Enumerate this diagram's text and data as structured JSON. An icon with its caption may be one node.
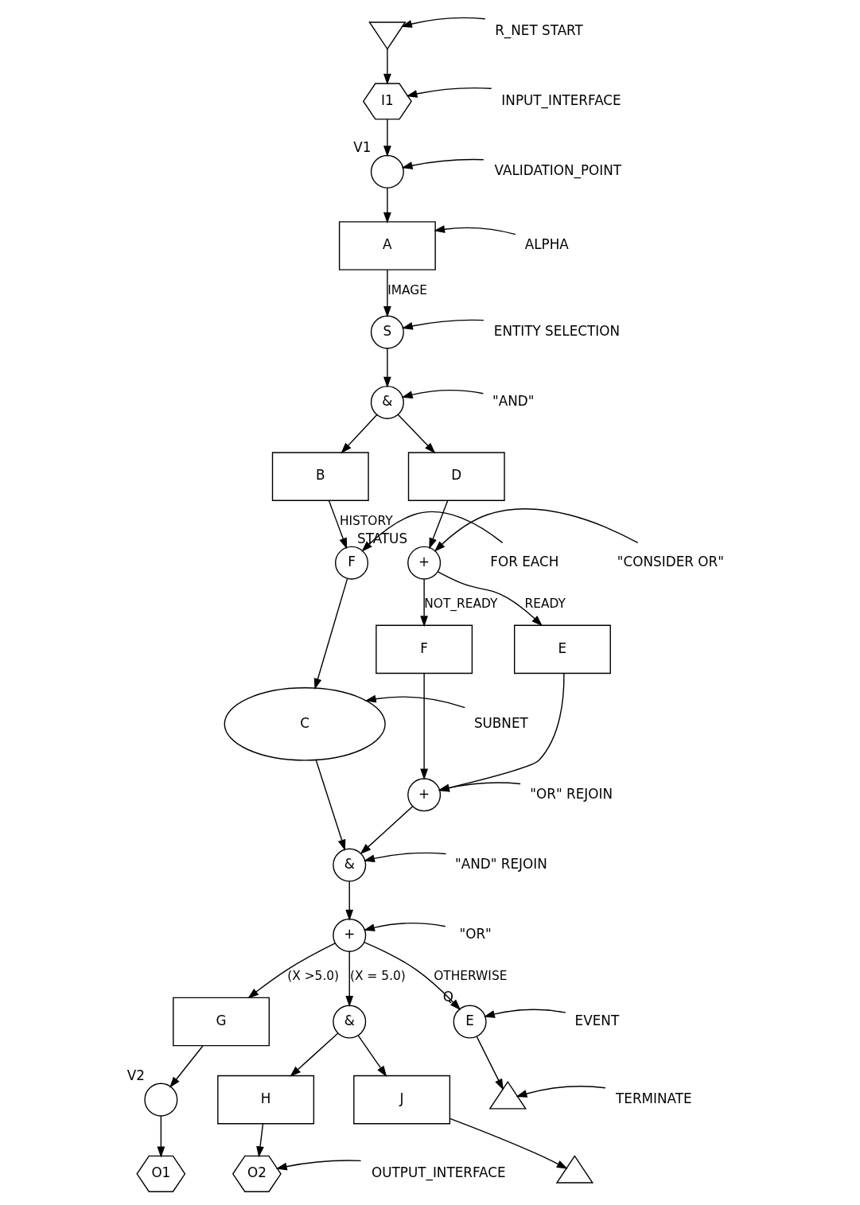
{
  "diagram": {
    "nodes": [
      {
        "text": [],
        "shape": "triangle"
      },
      {
        "text": [
          "R_NET START"
        ]
      },
      {
        "text": [
          "I1"
        ]
      },
      {
        "text": [
          "INPUT_INTERFACE"
        ]
      },
      {
        "text": [],
        "shape": "circle",
        "beside": [
          "V1"
        ]
      },
      {
        "text": [
          "VALIDATION_POINT"
        ]
      },
      {
        "text": [
          "A"
        ]
      },
      {
        "text": [
          "ALPHA"
        ]
      },
      {
        "text": [
          "S"
        ]
      },
      {
        "text": [
          "ENTITY SELECTION"
        ]
      },
      {
        "text": [
          "&"
        ]
      },
      {
        "text": [
          "\"AND\""
        ]
      },
      {
        "text": [
          "B"
        ]
      },
      {
        "text": [
          "D"
        ]
      },
      {
        "text": [
          "\"CONSIDER OR\""
        ]
      },
      {
        "text": [
          "+"
        ],
        "beside": [
          "STATUS"
        ]
      },
      {
        "text": [
          "FOR EACH"
        ]
      },
      {
        "text": [
          "F"
        ]
      },
      {
        "text": [
          "E"
        ]
      },
      {
        "text": [
          "F"
        ]
      },
      {
        "text": [
          "SUBNET"
        ]
      },
      {
        "text": [
          "C"
        ]
      },
      {
        "text": [
          "+"
        ]
      },
      {
        "text": [
          "\"OR\" REJOIN"
        ]
      },
      {
        "text": [
          "&"
        ]
      },
      {
        "text": [
          "\"AND\" REJOIN"
        ]
      },
      {
        "text": [
          "\"OR\""
        ]
      },
      {
        "text": [
          "+"
        ]
      },
      {
        "text": [
          "G"
        ]
      },
      {
        "text": [
          "&"
        ]
      },
      {
        "text": [
          "E"
        ],
        "beside": [
          "Q"
        ]
      },
      {
        "text": [
          "EVENT"
        ]
      },
      {
        "text": [],
        "shape": "circle",
        "beside": [
          "V2"
        ]
      },
      {
        "text": [
          "H"
        ]
      },
      {
        "text": [
          "J"
        ]
      },
      {
        "text": [],
        "shape": "triangle"
      },
      {
        "text": [
          "TERMINATE"
        ]
      },
      {
        "text": [
          "O1"
        ]
      },
      {
        "text": [
          "O2"
        ]
      },
      {
        "text": [],
        "shape": "triangle"
      },
      {
        "text": [
          "OUTPUT_INTERFACE"
        ]
      }
    ],
    "edges": [
      {
        "from": 0,
        "to": 2,
        "arrow": "to"
      },
      {
        "from": 1,
        "to": 0,
        "arrow": "to"
      },
      {
        "from": 2,
        "to": 4,
        "arrow": "to"
      },
      {
        "from": 3,
        "to": 2,
        "arrow": "to"
      },
      {
        "from": 4,
        "to": 6,
        "arrow": "to"
      },
      {
        "from": 5,
        "to": 4,
        "arrow": "to"
      },
      {
        "from": 6,
        "to": 8,
        "arrow": "to",
        "label": "IMAGE"
      },
      {
        "from": 7,
        "to": 6,
        "arrow": "to"
      },
      {
        "from": 8,
        "to": 10,
        "arrow": "to"
      },
      {
        "from": 9,
        "to": 8,
        "arrow": "to"
      },
      {
        "from": 10,
        "to": 12,
        "arrow": "to"
      },
      {
        "from": 10,
        "to": 13,
        "arrow": "to"
      },
      {
        "from": 11,
        "to": 10,
        "arrow": "to"
      },
      {
        "from": 13,
        "to": 15,
        "arrow": "to"
      },
      {
        "from": 14,
        "to": 15,
        "arrow": "to"
      },
      {
        "from": 12,
        "to": 17,
        "arrow": "to",
        "label": "HISTORY"
      },
      {
        "from": 16,
        "to": 17,
        "arrow": "to"
      },
      {
        "from": 15,
        "to": 18,
        "arrow": "to",
        "label": "READY"
      },
      {
        "from": 15,
        "to": 19,
        "arrow": "to",
        "label": "NOT_READY"
      },
      {
        "from": 17,
        "to": 21,
        "arrow": "to"
      },
      {
        "from": 20,
        "to": 21,
        "arrow": "to"
      },
      {
        "from": 18,
        "to": 22,
        "arrow": "to"
      },
      {
        "from": 19,
        "to": 22,
        "arrow": "to"
      },
      {
        "from": 23,
        "to": 22,
        "arrow": "to"
      },
      {
        "from": 21,
        "to": 24,
        "arrow": "to"
      },
      {
        "from": 22,
        "to": 24,
        "arrow": "to"
      },
      {
        "from": 25,
        "to": 24,
        "arrow": "to"
      },
      {
        "from": 24,
        "to": 27,
        "arrow": "to"
      },
      {
        "from": 26,
        "to": 27,
        "arrow": "to"
      },
      {
        "from": 27,
        "to": 28,
        "arrow": "to",
        "label": "(X >5.0)"
      },
      {
        "from": 27,
        "to": 29,
        "arrow": "to",
        "label": "(X = 5.0)"
      },
      {
        "from": 27,
        "to": 30,
        "arrow": "to",
        "label": "OTHERWISE"
      },
      {
        "from": 31,
        "to": 30,
        "arrow": "to"
      },
      {
        "from": 28,
        "to": 32,
        "arrow": "to"
      },
      {
        "from": 32,
        "to": 37,
        "arrow": "to"
      },
      {
        "from": 29,
        "to": 33,
        "arrow": "to"
      },
      {
        "from": 29,
        "to": 34,
        "arrow": "to"
      },
      {
        "from": 30,
        "to": 35,
        "arrow": "to"
      },
      {
        "from": 36,
        "to": 35,
        "arrow": "to"
      },
      {
        "from": 33,
        "to": 38,
        "arrow": "to"
      },
      {
        "from": 34,
        "to": 39,
        "arrow": "to"
      },
      {
        "from": 40,
        "to": 38,
        "arrow": "to"
      }
    ]
  }
}
